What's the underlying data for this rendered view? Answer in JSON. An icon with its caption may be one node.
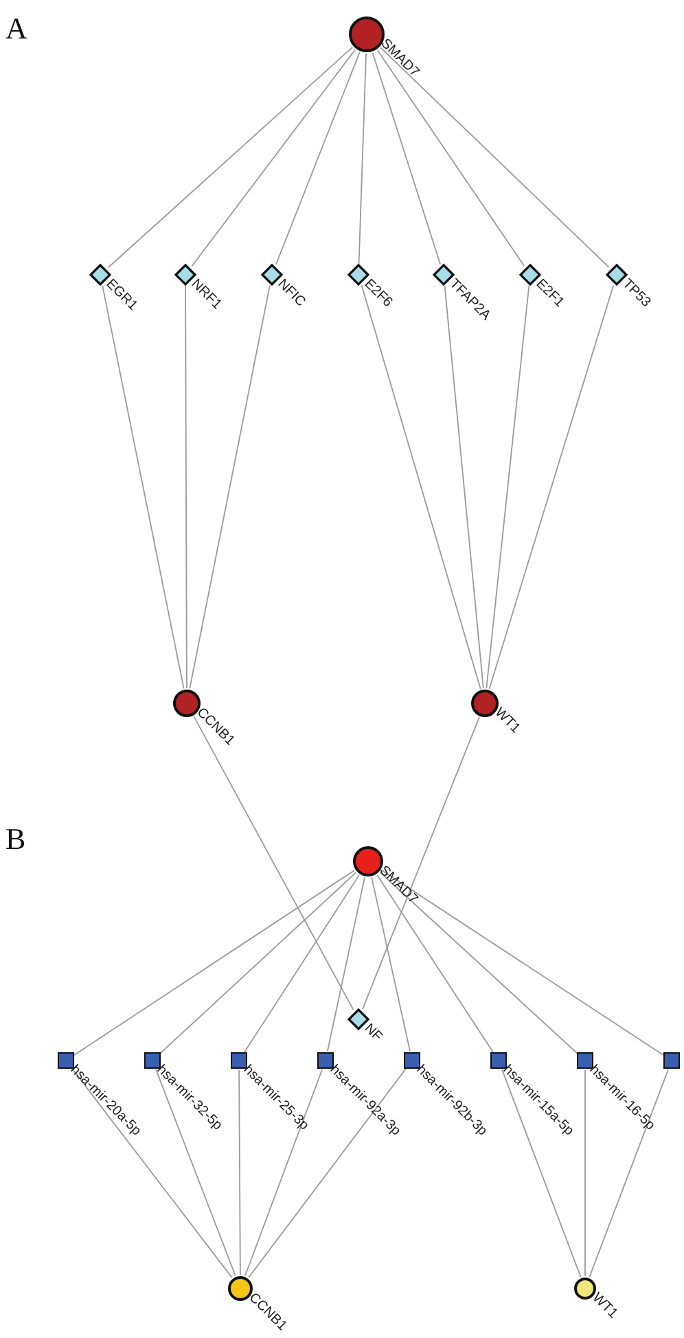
{
  "diagram": {
    "nodes": [
      {
        "text": [
          "SMAD7"
        ]
      },
      {
        "text": [
          "EGR1"
        ]
      },
      {
        "text": [
          "NRF1"
        ]
      },
      {
        "text": [
          "NFIC"
        ]
      },
      {
        "text": [
          "E2F6"
        ]
      },
      {
        "text": [
          "TFAP2A"
        ]
      },
      {
        "text": [
          "E2F1"
        ]
      },
      {
        "text": [
          "TP53"
        ]
      },
      {
        "text": [
          "CCNB1"
        ]
      },
      {
        "text": [
          "WT1"
        ]
      },
      {
        "text": [
          "NF"
        ]
      },
      {
        "text": [
          "SMAD7"
        ]
      },
      {
        "text": [
          "hsa-mir-20a-5p"
        ]
      },
      {
        "text": [
          "hsa-mir-32-5p"
        ]
      },
      {
        "text": [
          "hsa-mir-25-3p"
        ]
      },
      {
        "text": [
          "hsa-mir-92a-3p"
        ]
      },
      {
        "text": [
          "hsa-mir-92b-3p"
        ]
      },
      {
        "text": [
          "hsa-mir-15a-5p"
        ]
      },
      {
        "text": [
          "hsa-mir-16-5p"
        ]
      },
      {
        "text": [],
        "shape": "box"
      },
      {
        "text": [
          "CCNB1"
        ]
      },
      {
        "text": [
          "WT1"
        ]
      }
    ],
    "edges": [
      {
        "from": 0,
        "to": 1,
        "arrow": "none"
      },
      {
        "from": 0,
        "to": 2,
        "arrow": "none"
      },
      {
        "from": 0,
        "to": 3,
        "arrow": "none"
      },
      {
        "from": 0,
        "to": 4,
        "arrow": "none"
      },
      {
        "from": 0,
        "to": 5,
        "arrow": "none"
      },
      {
        "from": 0,
        "to": 6,
        "arrow": "none"
      },
      {
        "from": 0,
        "to": 7,
        "arrow": "none"
      },
      {
        "from": 1,
        "to": 8,
        "arrow": "none"
      },
      {
        "from": 2,
        "to": 8,
        "arrow": "none"
      },
      {
        "from": 3,
        "to": 8,
        "arrow": "none"
      },
      {
        "from": 4,
        "to": 9,
        "arrow": "none"
      },
      {
        "from": 5,
        "to": 9,
        "arrow": "none"
      },
      {
        "from": 6,
        "to": 9,
        "arrow": "none"
      },
      {
        "from": 7,
        "to": 9,
        "arrow": "none"
      },
      {
        "from": 8,
        "to": 10,
        "arrow": "none"
      },
      {
        "from": 9,
        "to": 10,
        "arrow": "none"
      },
      {
        "from": 11,
        "to": 12,
        "arrow": "none"
      },
      {
        "from": 11,
        "to": 13,
        "arrow": "none"
      },
      {
        "from": 11,
        "to": 14,
        "arrow": "none"
      },
      {
        "from": 11,
        "to": 15,
        "arrow": "none"
      },
      {
        "from": 11,
        "to": 16,
        "arrow": "none"
      },
      {
        "from": 11,
        "to": 17,
        "arrow": "none"
      },
      {
        "from": 11,
        "to": 18,
        "arrow": "none"
      },
      {
        "from": 11,
        "to": 19,
        "arrow": "none"
      },
      {
        "from": 12,
        "to": 20,
        "arrow": "none"
      },
      {
        "from": 13,
        "to": 20,
        "arrow": "none"
      },
      {
        "from": 14,
        "to": 20,
        "arrow": "none"
      },
      {
        "from": 15,
        "to": 20,
        "arrow": "none"
      },
      {
        "from": 16,
        "to": 20,
        "arrow": "none"
      },
      {
        "from": 17,
        "to": 21,
        "arrow": "none"
      },
      {
        "from": 18,
        "to": 21,
        "arrow": "none"
      },
      {
        "from": 19,
        "to": 21,
        "arrow": "none"
      }
    ],
    "labels": [
      "A",
      "B"
    ]
  }
}
